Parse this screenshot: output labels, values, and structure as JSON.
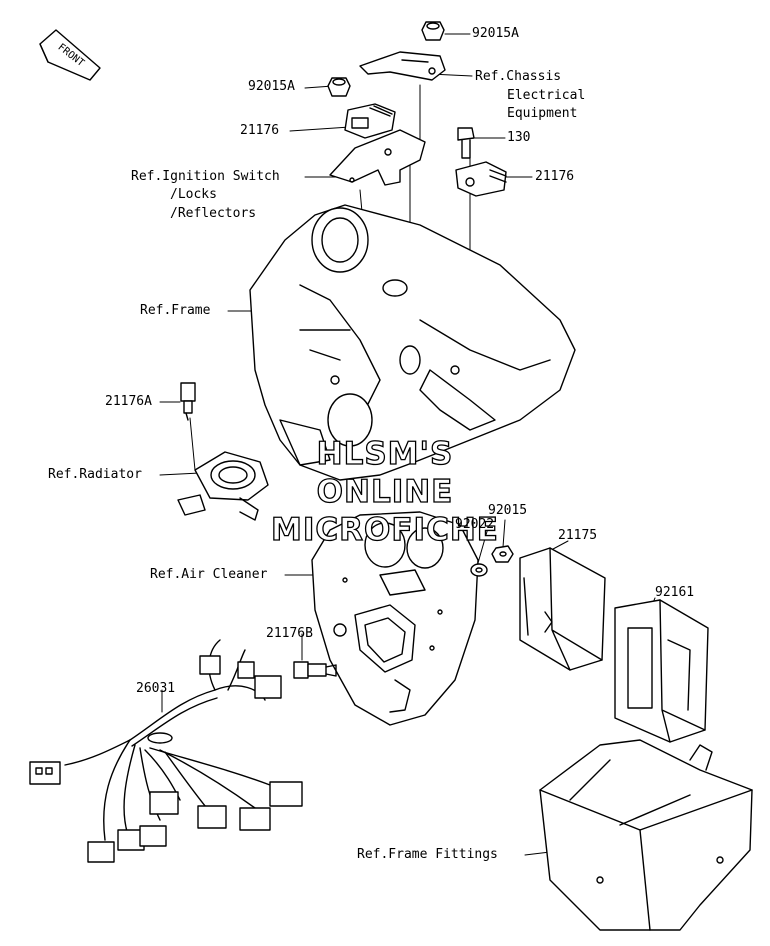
{
  "front_badge": "FRONT",
  "labels": {
    "p92015A_top": "92015A",
    "ref_chassis": "Ref.Chassis",
    "electrical": "Electrical",
    "equipment": "Equipment",
    "p92015A_left": "92015A",
    "p21176_left": "21176",
    "p130": "130",
    "p21176_right": "21176",
    "ref_ignition": "Ref.Ignition Switch",
    "locks": "/Locks",
    "reflectors": "/Reflectors",
    "ref_frame": "Ref.Frame",
    "p21176A": "21176A",
    "ref_radiator": "Ref.Radiator",
    "p92015": "92015",
    "p92022": "92022",
    "p21175": "21175",
    "ref_air_cleaner": "Ref.Air Cleaner",
    "p92161": "92161",
    "p21176B": "21176B",
    "p26031": "26031",
    "ref_frame_fittings": "Ref.Frame Fittings"
  },
  "watermark": {
    "line1": "HLSM'S",
    "line2": "ONLINE",
    "line3": "MICROFICHE"
  }
}
